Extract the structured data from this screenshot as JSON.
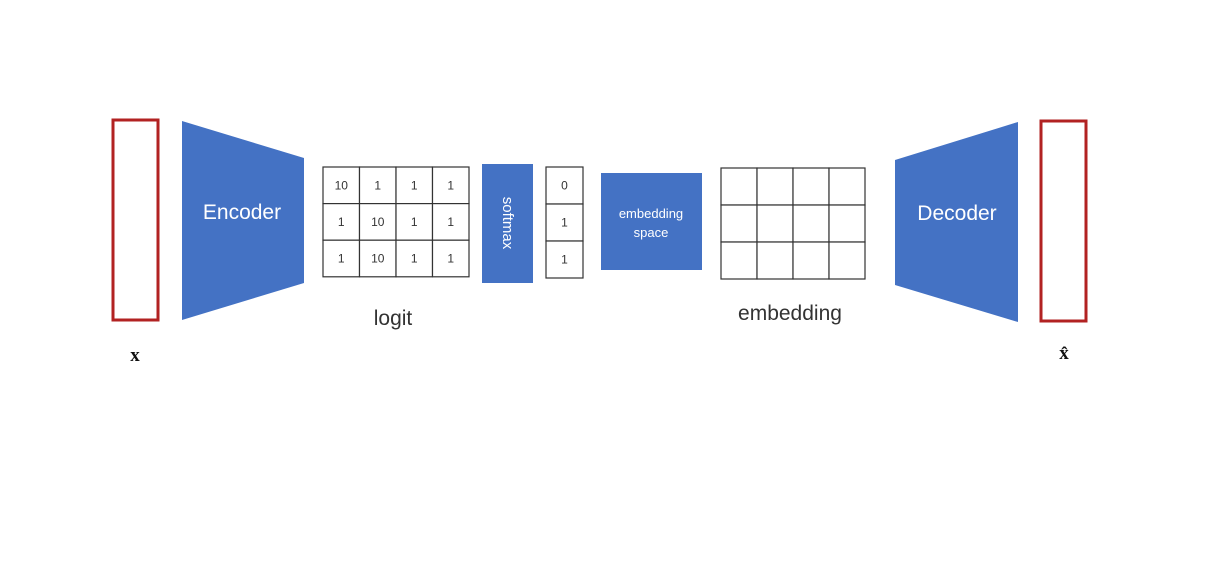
{
  "colors": {
    "block_fill": "#4472c4",
    "io_border": "#b22222",
    "grid_border": "#333333"
  },
  "input": {
    "label": "x"
  },
  "encoder": {
    "label": "Encoder"
  },
  "logit": {
    "caption": "logit",
    "rows": [
      [
        "10",
        "1",
        "1",
        "1"
      ],
      [
        "1",
        "10",
        "1",
        "1"
      ],
      [
        "1",
        "10",
        "1",
        "1"
      ]
    ]
  },
  "softmax": {
    "label": "softmax"
  },
  "indices": {
    "values": [
      "0",
      "1",
      "1"
    ]
  },
  "embedding_space": {
    "line1": "embedding",
    "line2": "space"
  },
  "embedding": {
    "caption": "embedding",
    "rows": 3,
    "cols": 4
  },
  "decoder": {
    "label": "Decoder"
  },
  "output": {
    "label": "x̂"
  }
}
